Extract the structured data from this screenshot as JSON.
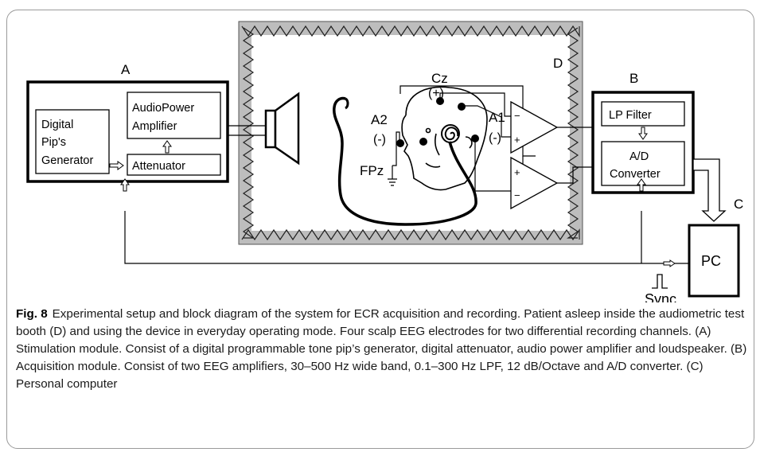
{
  "diagram": {
    "modules": {
      "A": "A",
      "B": "B",
      "C": "C",
      "D": "D"
    },
    "blocks": {
      "digital_generator": [
        "Digital",
        "Pip's",
        "Generator"
      ],
      "audio_power_amplifier": [
        "AudioPower",
        "Amplifier"
      ],
      "attenuator": "Attenuator",
      "lp_filter": "LP Filter",
      "ad_converter": [
        "A/D",
        "Converter"
      ],
      "pc": "PC"
    },
    "electrodes": {
      "cz": "Cz",
      "cz_sign": "(+)",
      "a2": "A2",
      "a2_sign": "(-)",
      "a1": "A1",
      "a1_sign": "(-)",
      "fpz": "FPz"
    },
    "amp_signs": {
      "minus": "−",
      "plus": "+"
    },
    "sync": "Sync"
  },
  "caption": {
    "label": "Fig. 8",
    "text": "Experimental setup and block diagram of the system for ECR acquisition and recording. Patient asleep inside the audiometric test booth (D) and using the device in everyday operating mode. Four scalp EEG electrodes for two differential recording channels. (A) Stimulation module. Consist of a digital programmable tone pip’s generator, digital attenuator, audio power amplifier and loudspeaker. (B) Acquisition module. Consist of two EEG amplifiers, 30–500 Hz wide band, 0.1–300 Hz LPF, 12 dB/Octave and A/D converter. (C) Personal computer"
  }
}
